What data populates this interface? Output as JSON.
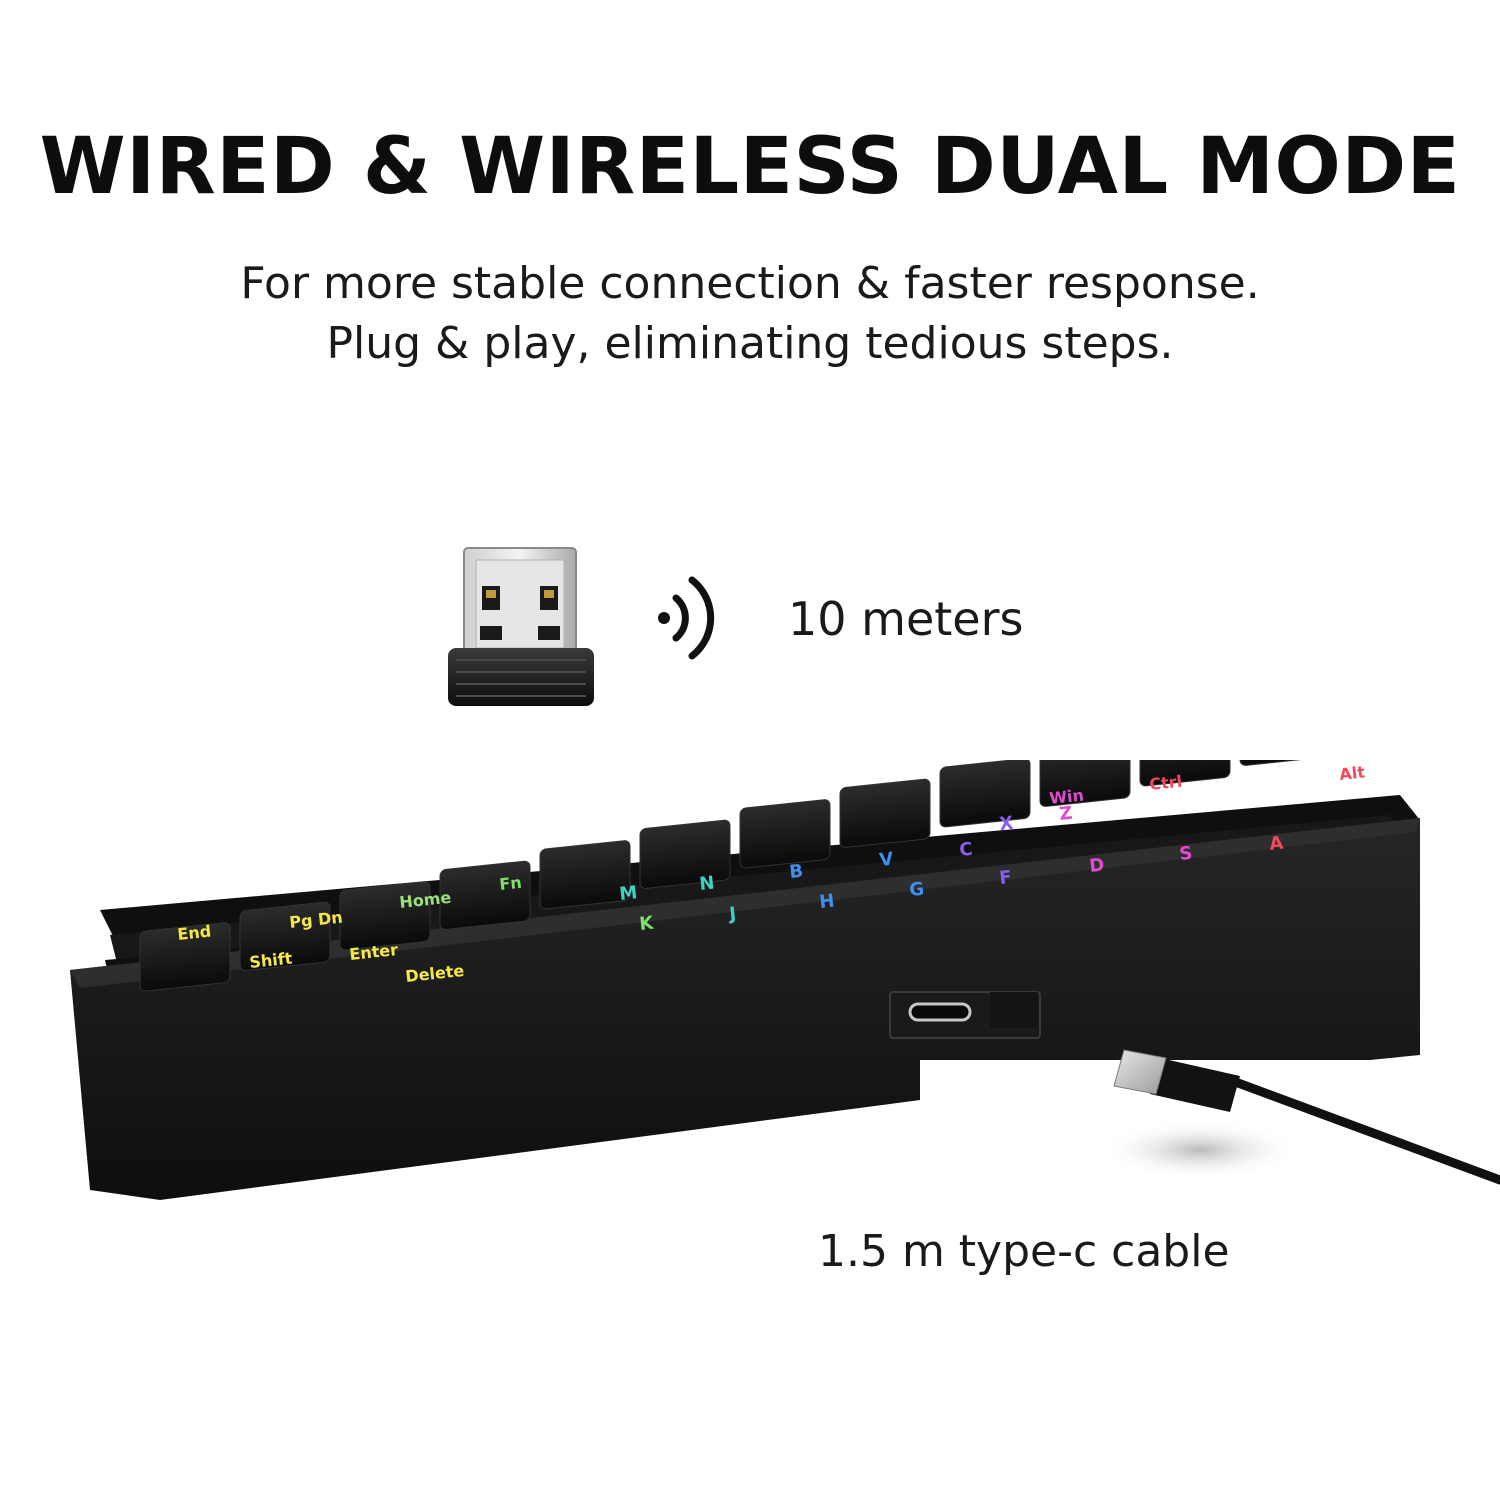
{
  "headline": "WIRED & WIRELESS DUAL MODE",
  "subtitle": {
    "line1": "For more stable connection & faster response.",
    "line2": "Plug & play, eliminating tedious steps."
  },
  "wireless": {
    "range_label": "10 meters",
    "dongle_icon": "usb-receiver-icon",
    "signal_icon": "wireless-signal-icon"
  },
  "wired": {
    "cable_label": "1.5 m type-c cable",
    "port_icon": "usb-c-port-icon"
  },
  "keyboard": {
    "caps_front": [
      "End",
      "Pg Dn",
      "Home",
      "Fn",
      "Shift",
      "Enter",
      "Delete",
      "Win",
      "Ctrl",
      "Alt"
    ],
    "legend_colors": [
      "#f7e84a",
      "#7ee06a",
      "#3fd1c2",
      "#3f8ff0",
      "#8a5cf0",
      "#e04bd0",
      "#f04a5a"
    ]
  },
  "colors": {
    "text": "#111111",
    "keyboard_body": "#1b1b1b",
    "keycap": "#111111"
  }
}
